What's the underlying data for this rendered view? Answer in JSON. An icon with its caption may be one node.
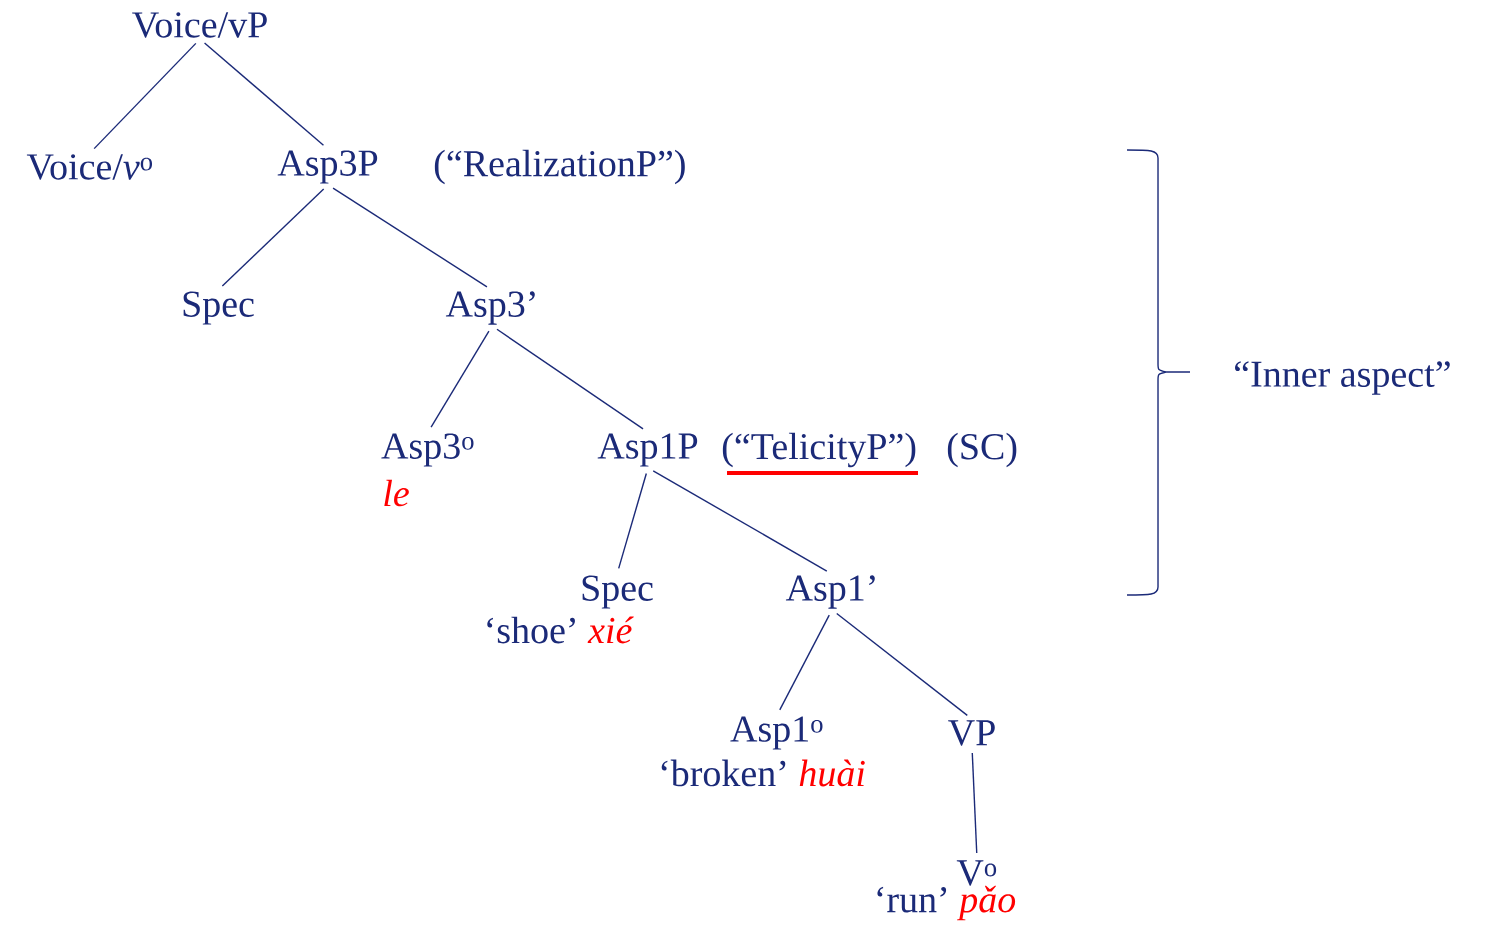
{
  "diagram": {
    "nodes": [
      {
        "text": [
          "Voice/vP"
        ]
      },
      {
        "text": [
          "Voice/*v*$^{o}$"
        ]
      },
      {
        "text": [
          "Asp3P"
        ],
        "beside": [
          "(“RealizationP”)"
        ]
      },
      {
        "text": [
          "Spec"
        ]
      },
      {
        "text": [
          "Asp3’"
        ]
      },
      {
        "text": [
          "Asp3$^{o}$",
          "le"
        ]
      },
      {
        "text": [
          "Asp1P"
        ],
        "beside": [
          "(“TelicityP”)",
          "(SC)"
        ]
      },
      {
        "text": [
          "Spec",
          "‘shoe’",
          "xié"
        ]
      },
      {
        "text": [
          "Asp1’"
        ]
      },
      {
        "text": [
          "Asp1$^{o}$",
          "‘broken’",
          "huài"
        ]
      },
      {
        "text": [
          "VP"
        ]
      },
      {
        "text": [
          "V$^{o}$",
          "‘run’",
          "pǎo"
        ]
      }
    ],
    "edges": [
      {
        "from": 0,
        "to": 1,
        "arrow": "none"
      },
      {
        "from": 0,
        "to": 2,
        "arrow": "none"
      },
      {
        "from": 2,
        "to": 3,
        "arrow": "none"
      },
      {
        "from": 2,
        "to": 4,
        "arrow": "none"
      },
      {
        "from": 4,
        "to": 5,
        "arrow": "none"
      },
      {
        "from": 4,
        "to": 6,
        "arrow": "none"
      },
      {
        "from": 6,
        "to": 7,
        "arrow": "none"
      },
      {
        "from": 6,
        "to": 8,
        "arrow": "none"
      },
      {
        "from": 8,
        "to": 9,
        "arrow": "none"
      },
      {
        "from": 8,
        "to": 10,
        "arrow": "none"
      },
      {
        "from": 10,
        "to": 11,
        "arrow": "none"
      }
    ],
    "labels": [
      "“Inner aspect”"
    ]
  }
}
